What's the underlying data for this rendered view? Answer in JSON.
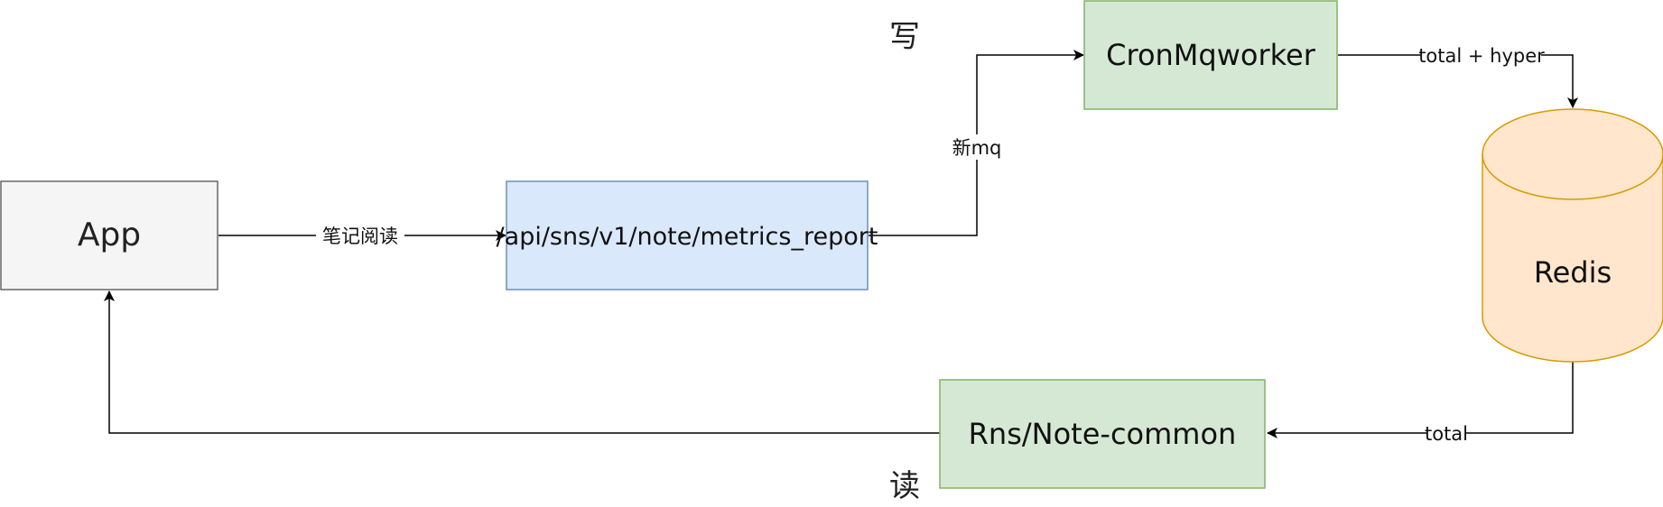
{
  "section_labels": {
    "write": "写",
    "read": "读"
  },
  "nodes": {
    "app": {
      "label": "App",
      "fill": "#f5f5f5",
      "stroke": "#666666"
    },
    "api": {
      "label": "/api/sns/v1/note/metrics_report",
      "fill": "#dae8fc",
      "stroke": "#6c8ebf"
    },
    "cron": {
      "label": "CronMqworker",
      "fill": "#d5e8d4",
      "stroke": "#82b366"
    },
    "redis": {
      "label": "Redis",
      "fill": "#ffe6cc",
      "stroke": "#d79b00"
    },
    "rns": {
      "label": "Rns/Note-common",
      "fill": "#d5e8d4",
      "stroke": "#82b366"
    }
  },
  "edges": {
    "app_to_api": {
      "label": "笔记阅读"
    },
    "api_to_cron": {
      "label": "新mq"
    },
    "cron_to_redis": {
      "label": "total + hyper"
    },
    "redis_to_rns": {
      "label": "total"
    }
  },
  "colors": {
    "edge": "#000000"
  }
}
